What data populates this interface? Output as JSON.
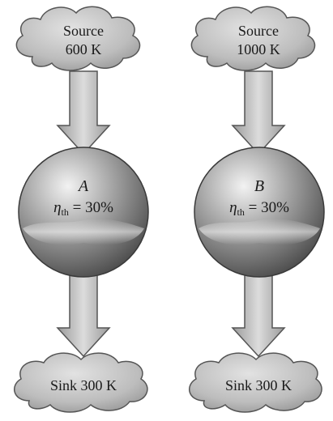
{
  "engines": [
    {
      "source": {
        "line1": "Source",
        "line2": "600 K"
      },
      "engine": {
        "name": "A",
        "efficiency_symbol": "η",
        "efficiency_subscript": "th",
        "efficiency_value": " = 30%"
      },
      "sink": {
        "label": "Sink 300 K"
      }
    },
    {
      "source": {
        "line1": "Source",
        "line2": "1000 K"
      },
      "engine": {
        "name": "B",
        "efficiency_symbol": "η",
        "efficiency_subscript": "th",
        "efficiency_value": " = 30%"
      },
      "sink": {
        "label": "Sink 300 K"
      }
    }
  ],
  "colors": {
    "cloud_fill": "#bdbdbd",
    "cloud_edge": "#555555",
    "sphere_light": "#f2f2f2",
    "sphere_mid": "#a6a6a6",
    "sphere_dark": "#4a4a4a",
    "arrow_fill": "#c4c4c4",
    "arrow_edge": "#555555"
  }
}
